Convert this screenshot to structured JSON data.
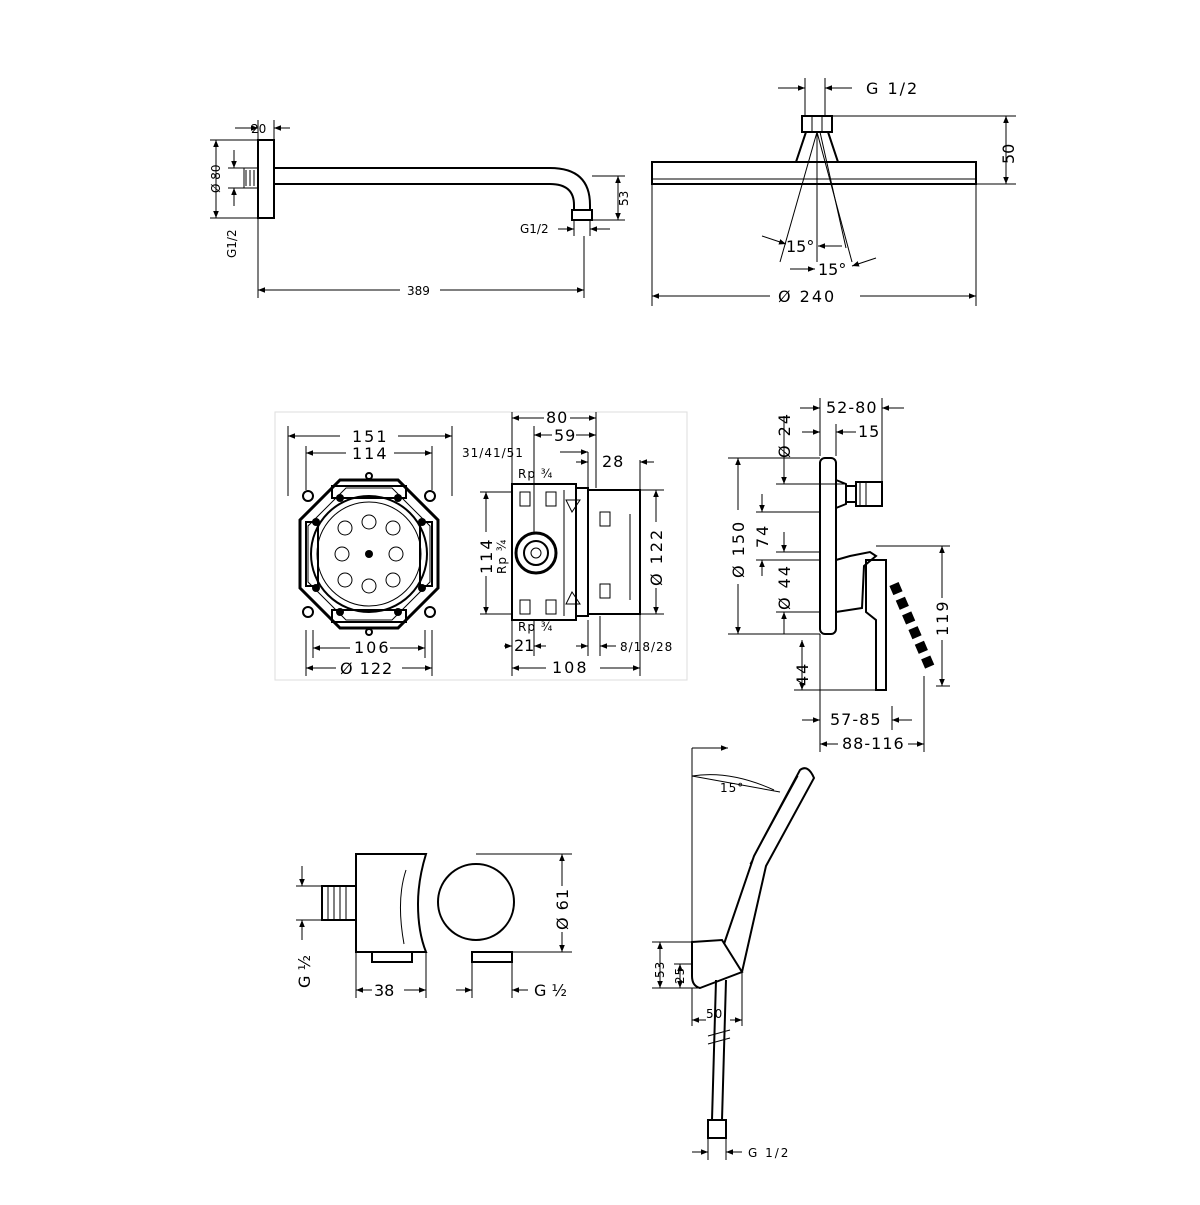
{
  "shower_arm": {
    "d_wall": "20",
    "d_flange": "Ø 80",
    "d_thread": "G1/2",
    "d_outlet_thread": "G1/2",
    "d_drop": "53",
    "d_length": "389"
  },
  "overhead_shower": {
    "d_connection": "G 1/2",
    "d_height": "50",
    "d_angle_1": "15°",
    "d_angle_2": "15°",
    "d_diameter": "Ø 240"
  },
  "rough_in_front": {
    "d_outer": "151",
    "d_inner": "114",
    "d_lower": "106",
    "d_diameter": "Ø 122"
  },
  "rough_in_side": {
    "d_depth": "80",
    "d_59": "59",
    "d_depth_options": "31/41/51",
    "d_28": "28",
    "d_rp_top": "Rp ¾",
    "d_rp_mid": "Rp ¾",
    "d_rp_bottom": "Rp ¾",
    "d_height": "114",
    "d_diameter": "Ø 122",
    "d_21": "21",
    "d_width": "108",
    "d_cover_options": "8/18/28"
  },
  "mixer": {
    "d_projection": "52-80",
    "d_d24": "Ø 24",
    "d_15": "15",
    "d_plate": "Ø 150",
    "d_74": "74",
    "d_d44": "Ø 44",
    "d_44": "44",
    "d_119": "119",
    "d_lever": "57-85",
    "d_overall": "88-116"
  },
  "wall_outlet": {
    "d_thread_left": "G ½",
    "d_width": "38",
    "d_diameter": "Ø 61",
    "d_thread_right": "G ½"
  },
  "hand_shower": {
    "d_angle": "15°",
    "d_53": "53",
    "d_25": "25",
    "d_50": "50",
    "d_thread": "G 1/2"
  },
  "icons": [
    "dimension-arrow-icon",
    "diameter-symbol-icon"
  ]
}
